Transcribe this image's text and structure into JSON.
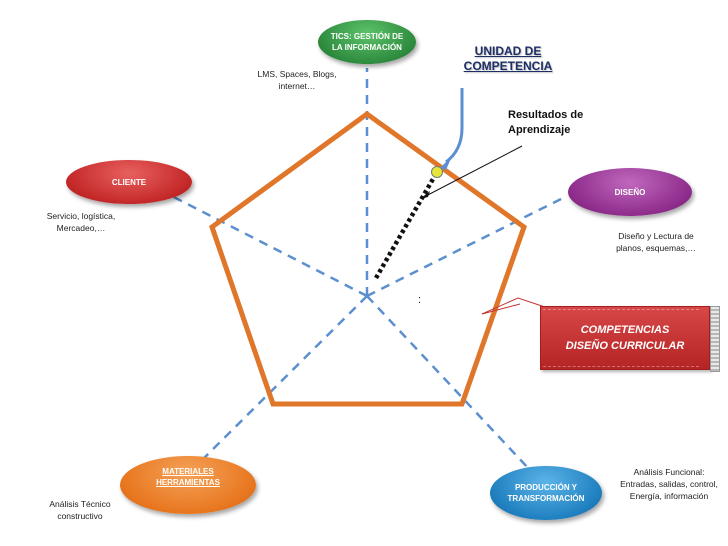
{
  "unit": {
    "title": "UNIDAD DE\nCOMPETENCIA",
    "results_label": "Resultados de\nAprendizaje",
    "tick": ":"
  },
  "nodes": {
    "tics": {
      "label": "TICS: GESTIÓN DE\nLA INFORMACIÓN",
      "note": "LMS, Spaces, Blogs,\ninternet…",
      "color": "#2e8b3e"
    },
    "diseno": {
      "label": "DISEÑO",
      "note": "Diseño y Lectura de\nplanos, esquemas,…",
      "color": "#8e2c8c"
    },
    "produccion": {
      "label": "PRODUCCIÓN Y\nTRANSFORMACIÓN",
      "note": "Análisis Funcional:\nEntradas, salidas, control,\nEnergía, información",
      "color": "#1f7fbf"
    },
    "materiales": {
      "label": "MATERIALES\nHERRAMIENTAS",
      "note": "Análisis Técnico\nconstructivo",
      "color": "#e8761f"
    },
    "cliente": {
      "label": "CLIENTE",
      "note": "Servicio, logística,\nMercadeo,…",
      "color": "#c42828"
    }
  },
  "competencias": {
    "label": "COMPETENCIAS\nDISEÑO CURRICULAR",
    "color": "#c43333"
  },
  "colors": {
    "pentagon": "#e0762a",
    "axis": "#5b8fcf",
    "arrow": "#5b8fcf",
    "marker": "#e6e63a"
  }
}
